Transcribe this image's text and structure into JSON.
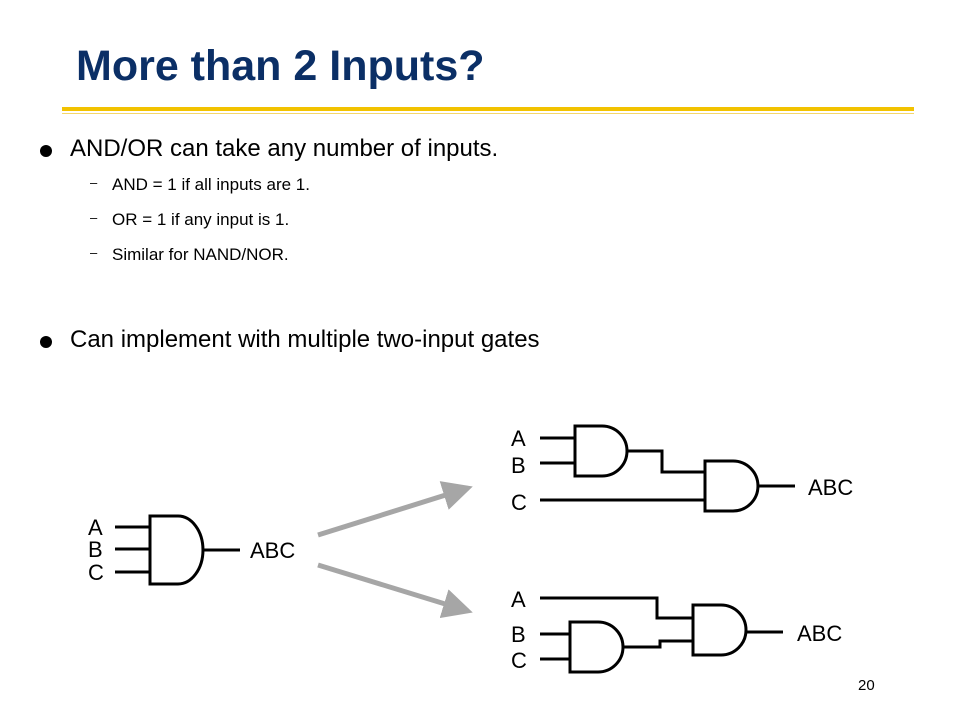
{
  "slide": {
    "title": "More than 2 Inputs?",
    "bullets": [
      {
        "text": "AND/OR can take any number of inputs."
      },
      {
        "text": "Can implement with multiple two-input gates"
      }
    ],
    "sub_bullets": [
      {
        "text": "AND = 1 if all inputs are 1."
      },
      {
        "text": "OR = 1 if any input is 1."
      },
      {
        "text": "Similar for NAND/NOR."
      }
    ],
    "sub_bullet_marker": "–",
    "page_number": "20"
  },
  "diagram": {
    "single_gate": {
      "inputs": [
        "A",
        "B",
        "C"
      ],
      "output": "ABC"
    },
    "cascade_top": {
      "inputs": [
        "A",
        "B",
        "C"
      ],
      "output": "ABC"
    },
    "cascade_bottom": {
      "inputs": [
        "A",
        "B",
        "C"
      ],
      "output": "ABC"
    }
  },
  "colors": {
    "title": "#0b2f66",
    "rule": "#f2c200",
    "arrow": "#a6a6a6"
  }
}
